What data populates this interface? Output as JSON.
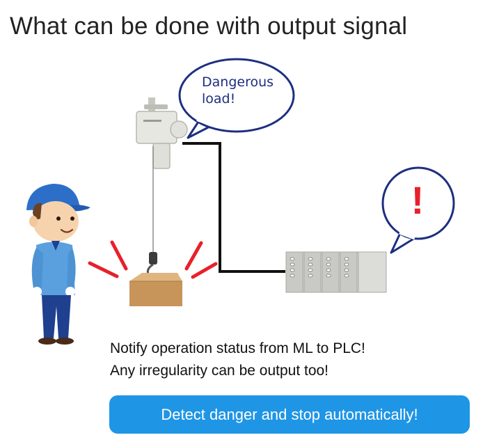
{
  "title": "What can be done with output signal",
  "bubble": {
    "line1": "Dangerous",
    "line2": "load!"
  },
  "alert": {
    "mark": "!",
    "color": "#e8202a"
  },
  "notify": {
    "line1": "Notify operation status from ML to PLC!",
    "line2": "Any irregularity can be output too!"
  },
  "cta": {
    "label": "Detect danger and stop automatically!",
    "color": "#1f95e6"
  },
  "colors": {
    "bubble_outline": "#1c2f80",
    "cable": "#111111",
    "warning_lines": "#e8202a"
  },
  "icons": [
    "hoist-icon",
    "worker-icon",
    "load-box-icon",
    "plc-icon",
    "speech-bubble-icon"
  ]
}
